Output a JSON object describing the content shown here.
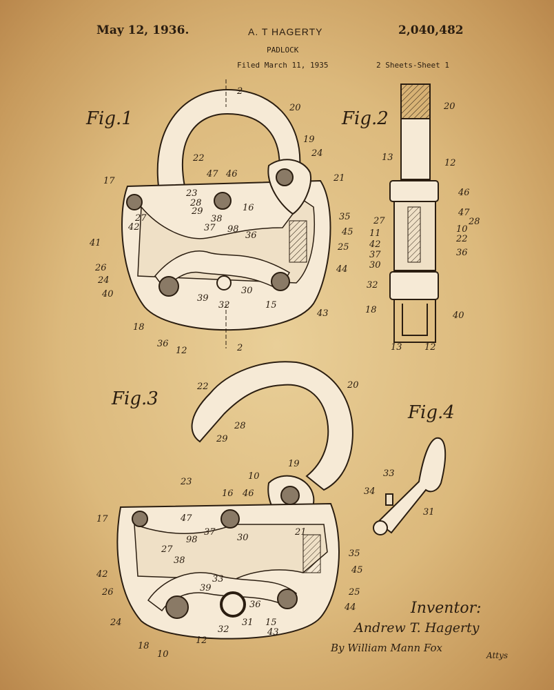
{
  "header": {
    "date": "May 12, 1936.",
    "inventor": "A. T HAGERTY",
    "patent_number": "2,040,482",
    "title": "PADLOCK",
    "filed": "Filed March 11, 1935",
    "sheets": "2 Sheets-Sheet 1"
  },
  "figures": {
    "fig1": "Fig.1",
    "fig2": "Fig.2",
    "fig3": "Fig.3",
    "fig4": "Fig.4"
  },
  "signature": {
    "label": "Inventor:",
    "name": "Andrew T. Hagerty",
    "by": "By William Mann Fox",
    "atty": "Attys"
  },
  "colors": {
    "paper": "#dcb97c",
    "ink": "#2a1d10",
    "fill": "#f6ead6"
  }
}
